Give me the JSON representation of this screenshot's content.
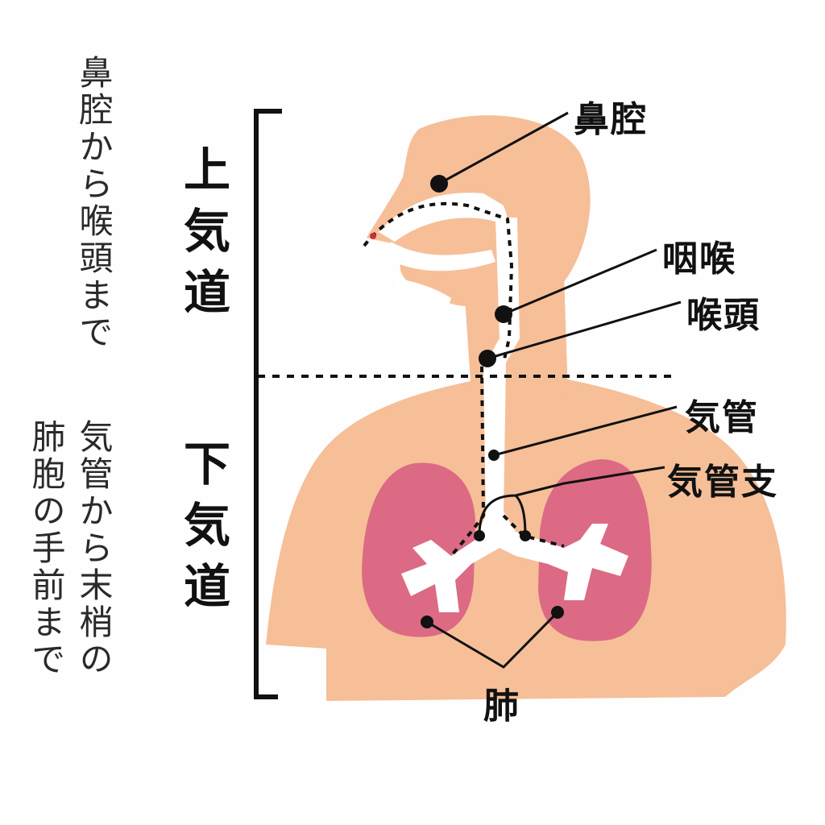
{
  "side_notes": {
    "upper_range": "鼻腔から喉頭まで",
    "lower_range_1": "気管から末梢の",
    "lower_range_2": "肺胞の手前まで"
  },
  "sections": {
    "upper_airway": "上気道",
    "lower_airway": "下気道"
  },
  "labels": {
    "nasal_cavity": "鼻腔",
    "pharynx": "咽喉",
    "larynx": "喉頭",
    "trachea": "気管",
    "bronchi": "気管支",
    "lungs": "肺"
  },
  "colors": {
    "skin": "#f6bf98",
    "lung": "#dc6a84",
    "airway": "#ffffff",
    "ink": "#111111",
    "nose_tip": "#c8323a"
  }
}
